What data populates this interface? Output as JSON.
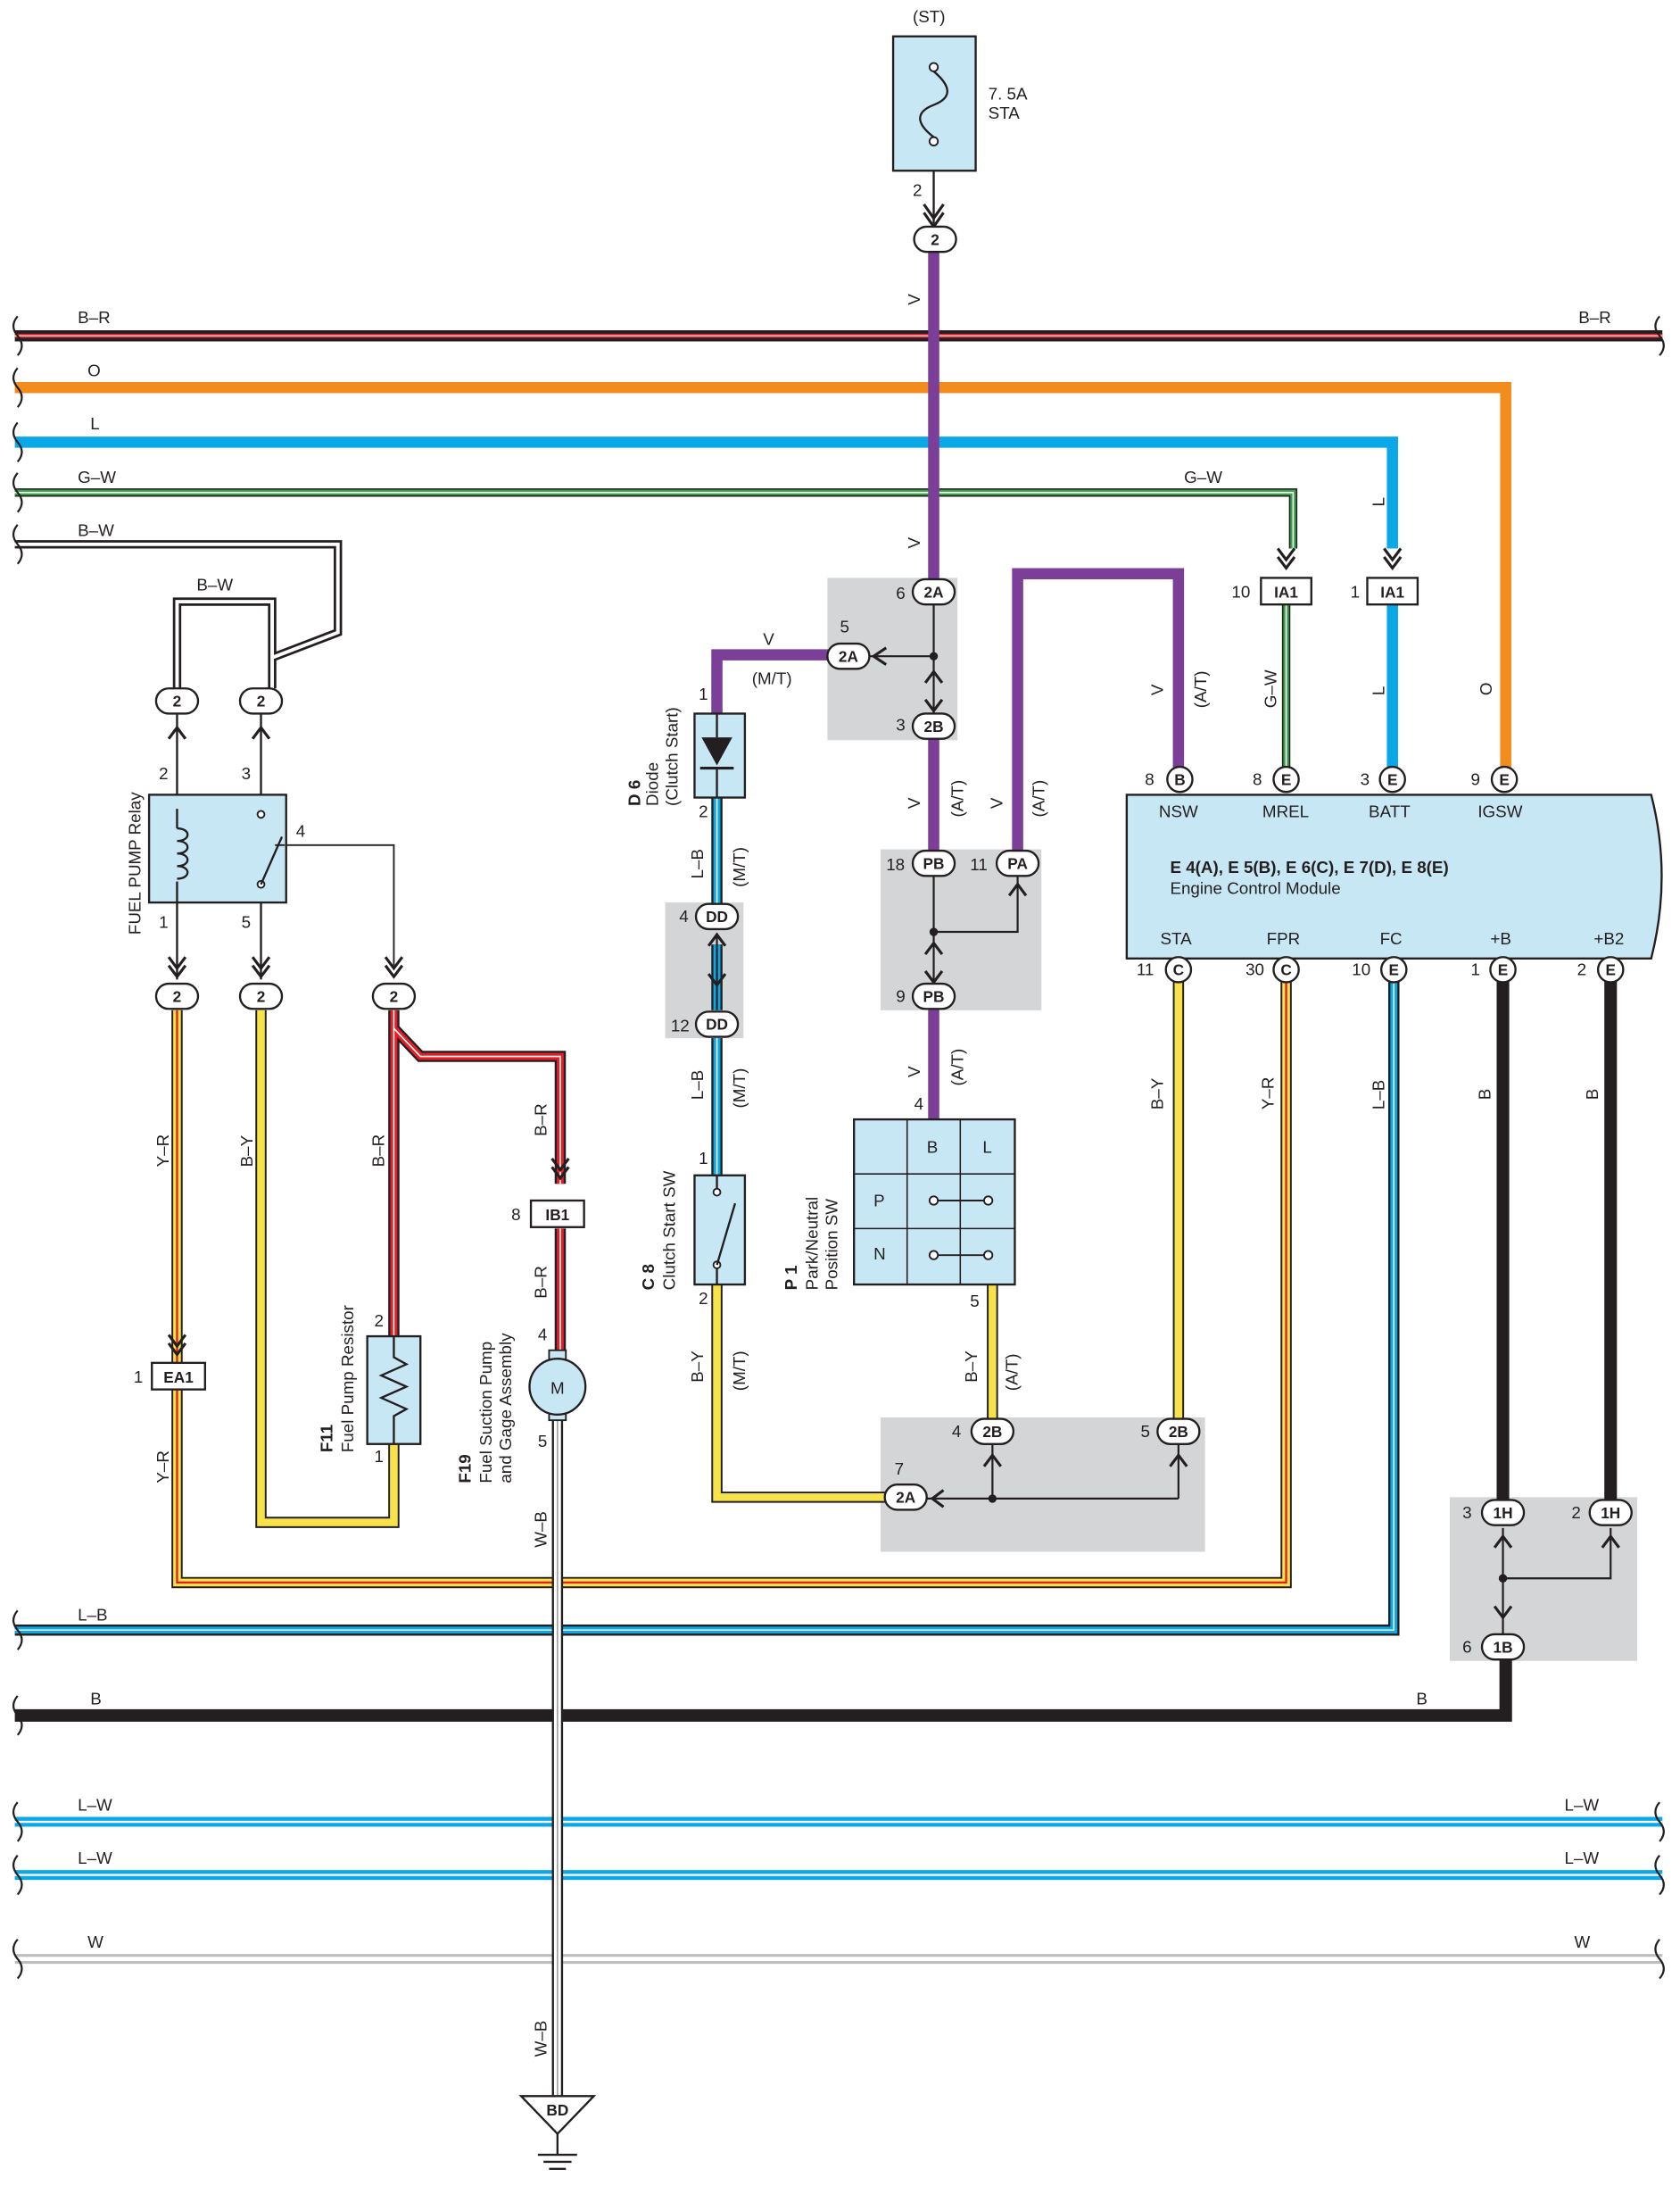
{
  "colors": {
    "violet": "#7c3f98",
    "orange": "#f28c1c",
    "light_blue": "#0aa8e6",
    "green": "#3ba24a",
    "red": "#e21f26",
    "yellow": "#f7e24a",
    "black": "#231f20",
    "gray_box": "#d4d5d6",
    "ecm_fill": "#c8e7f4",
    "component_fill": "#c8e7f4"
  },
  "bus_wires": {
    "br_left": "B–R",
    "br_right": "B–R",
    "o": "O",
    "l": "L",
    "gw_left": "G–W",
    "gw_right": "G–W",
    "bw": "B–W",
    "lb": "L–B",
    "b_left": "B",
    "b_right": "B",
    "lw1_left": "L–W",
    "lw1_right": "L–W",
    "lw2_left": "L–W",
    "lw2_right": "L–W",
    "w_left": "W",
    "w_right": "W"
  },
  "fuse": {
    "circuit": "(ST)",
    "rating": "7. 5A",
    "name": "STA",
    "pin": "2",
    "connector": "2"
  },
  "relay": {
    "name": "FUEL PUMP Relay",
    "pin_2": "2",
    "pin_3": "3",
    "pin_4": "4",
    "pin_1": "1",
    "pin_5": "5",
    "top_conn_a": "2",
    "top_conn_b": "2",
    "bot_conn_a": "2",
    "bot_conn_b": "2",
    "bot_conn_c": "2",
    "bw_top": "B–W",
    "wire_yr": "Y–R",
    "wire_by": "B–Y",
    "wire_br": "B–R"
  },
  "ea1": {
    "pin": "1",
    "label": "EA1",
    "wire_below": "Y–R"
  },
  "resistor": {
    "code": "F11",
    "name": "Fuel Pump Resistor",
    "pin_top": "2",
    "pin_bottom": "1"
  },
  "pump": {
    "code": "F19",
    "name_line1": "Fuel Suction Pump",
    "name_line2": "and Gage Assembly",
    "motor": "M",
    "pin_top": "4",
    "pin_bottom": "5",
    "ib1_pin": "8",
    "ib1_label": "IB1",
    "wire_br_a": "B–R",
    "wire_br_b": "B–R",
    "wire_wb_a": "W–B",
    "wire_wb_b": "W–B",
    "ground": "BD"
  },
  "diode": {
    "code": "D 6",
    "name_line1": "Diode",
    "name_line2": "(Clutch Start)",
    "pin_top": "1",
    "pin_bottom": "2",
    "wire_v": "V",
    "wire_mt": "(M/T)",
    "wire_lb": "L–B",
    "wire_lb_mt": "(M/T)"
  },
  "dd": {
    "pin_a": "4",
    "label_a": "DD",
    "pin_b": "12",
    "label_b": "DD",
    "wire_lb": "L–B",
    "wire_mt": "(M/T)"
  },
  "clutch": {
    "code": "C 8",
    "name": "Clutch Start SW",
    "pin_top": "1",
    "pin_bottom": "2",
    "wire_by": "B–Y",
    "wire_mt": "(M/T)"
  },
  "j2": {
    "pin_6": "6",
    "label_2a_top": "2A",
    "pin_5": "5",
    "label_2a_side": "2A",
    "pin_3": "3",
    "label_2b": "2B",
    "wire_v_upper": "V",
    "wire_v": "V",
    "wire_at": "(A/T)"
  },
  "jp": {
    "pin_18": "18",
    "label_pb_top": "PB",
    "pin_11": "11",
    "label_pa": "PA",
    "pin_9": "9",
    "label_pb_bot": "PB",
    "wire_v": "V",
    "wire_at": "(A/T)",
    "wire_v2": "V",
    "wire_at2": "(A/T)",
    "wire_v3": "V",
    "wire_at3": "(A/T)"
  },
  "pn_switch": {
    "code": "P 1",
    "name_line1": "Park/Neutral",
    "name_line2": "Position SW",
    "col_b": "B",
    "col_l": "L",
    "row_p": "P",
    "row_n": "N",
    "pin_4": "4",
    "pin_5": "5",
    "wire_by": "B–Y",
    "wire_at": "(A/T)"
  },
  "j2b": {
    "pin_4": "4",
    "label_a": "2B",
    "pin_5": "5",
    "label_b": "2B",
    "pin_7": "7",
    "label_c": "2A"
  },
  "ecm": {
    "codes": "E 4(A), E 5(B), E 6(C), E 7(D), E 8(E)",
    "name": "Engine Control Module",
    "top_pins": [
      {
        "pin": "8",
        "conn": "B",
        "term": "NSW"
      },
      {
        "pin": "8",
        "conn": "E",
        "term": "MREL"
      },
      {
        "pin": "3",
        "conn": "E",
        "term": "BATT"
      },
      {
        "pin": "9",
        "conn": "E",
        "term": "IGSW"
      }
    ],
    "bottom_pins": [
      {
        "pin": "11",
        "conn": "C",
        "term": "STA"
      },
      {
        "pin": "30",
        "conn": "C",
        "term": "FPR"
      },
      {
        "pin": "10",
        "conn": "E",
        "term": "FC"
      },
      {
        "pin": "1",
        "conn": "E",
        "term": "+B"
      },
      {
        "pin": "2",
        "conn": "E",
        "term": "+B2"
      }
    ],
    "wire_nsw_v": "V",
    "wire_nsw_at": "(A/T)",
    "wire_mrel": "G–W",
    "wire_batt": "L",
    "wire_igsw": "O",
    "wire_sta": "B–Y",
    "wire_fpr": "Y–R",
    "wire_fc": "L–B",
    "wire_b1": "B",
    "wire_b2": "B"
  },
  "ia1": {
    "pin_a": "10",
    "label_a": "IA1",
    "pin_b": "1",
    "label_b": "IA1",
    "wire_l": "L"
  },
  "h1": {
    "pin_3": "3",
    "label_a": "1H",
    "pin_2": "2",
    "label_b": "1H",
    "pin_6": "6",
    "label_c": "1B"
  }
}
